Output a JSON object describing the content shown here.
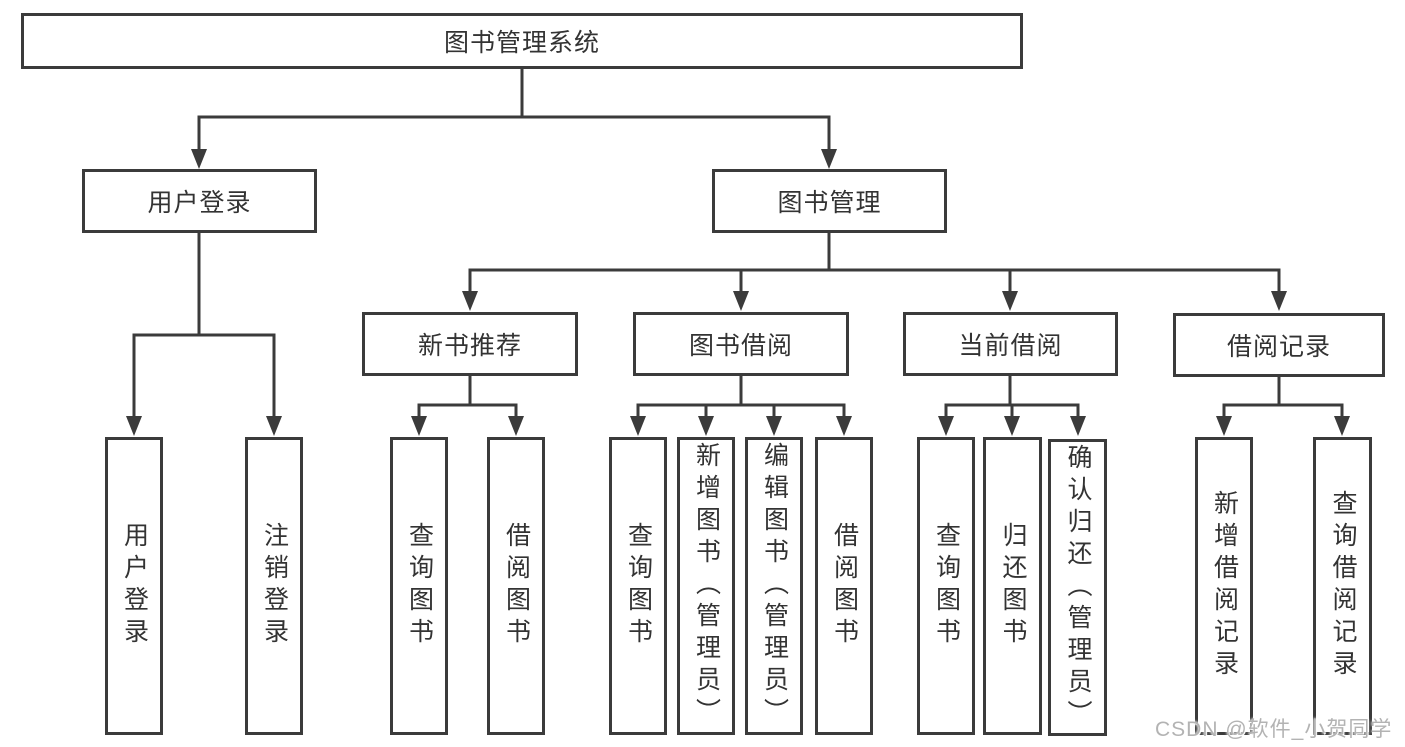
{
  "nodes": {
    "root": "图书管理系统",
    "user_login": "用户登录",
    "book_management": "图书管理",
    "new_book_recommend": "新书推荐",
    "book_borrow": "图书借阅",
    "current_borrow": "当前借阅",
    "borrow_record": "借阅记录",
    "login": "用户登录",
    "logout": "注销登录",
    "recommend_query_book": "查询图书",
    "recommend_borrow_book": "借阅图书",
    "borrow_query_book": "查询图书",
    "borrow_add_book": "新增图书（管理员）",
    "borrow_edit_book": "编辑图书（管理员）",
    "borrow_borrow_book": "借阅图书",
    "current_query_book": "查询图书",
    "current_return_book": "归还图书",
    "current_confirm_return": "确认归还（管理员）",
    "record_add_record": "新增借阅记录",
    "record_query_record": "查询借阅记录"
  },
  "structure": {
    "root": "图书管理系统",
    "children": [
      {
        "label": "用户登录",
        "children": [
          "用户登录",
          "注销登录"
        ]
      },
      {
        "label": "图书管理",
        "children": [
          {
            "label": "新书推荐",
            "children": [
              "查询图书",
              "借阅图书"
            ]
          },
          {
            "label": "图书借阅",
            "children": [
              "查询图书",
              "新增图书（管理员）",
              "编辑图书（管理员）",
              "借阅图书"
            ]
          },
          {
            "label": "当前借阅",
            "children": [
              "查询图书",
              "归还图书",
              "确认归还（管理员）"
            ]
          },
          {
            "label": "借阅记录",
            "children": [
              "新增借阅记录",
              "查询借阅记录"
            ]
          }
        ]
      }
    ]
  },
  "watermark": "CSDN @软件_小贺同学",
  "colors": {
    "line": "#3b3b3b",
    "text": "#333333",
    "box_background": "#ffffff",
    "watermark": "#b3b3b3"
  }
}
